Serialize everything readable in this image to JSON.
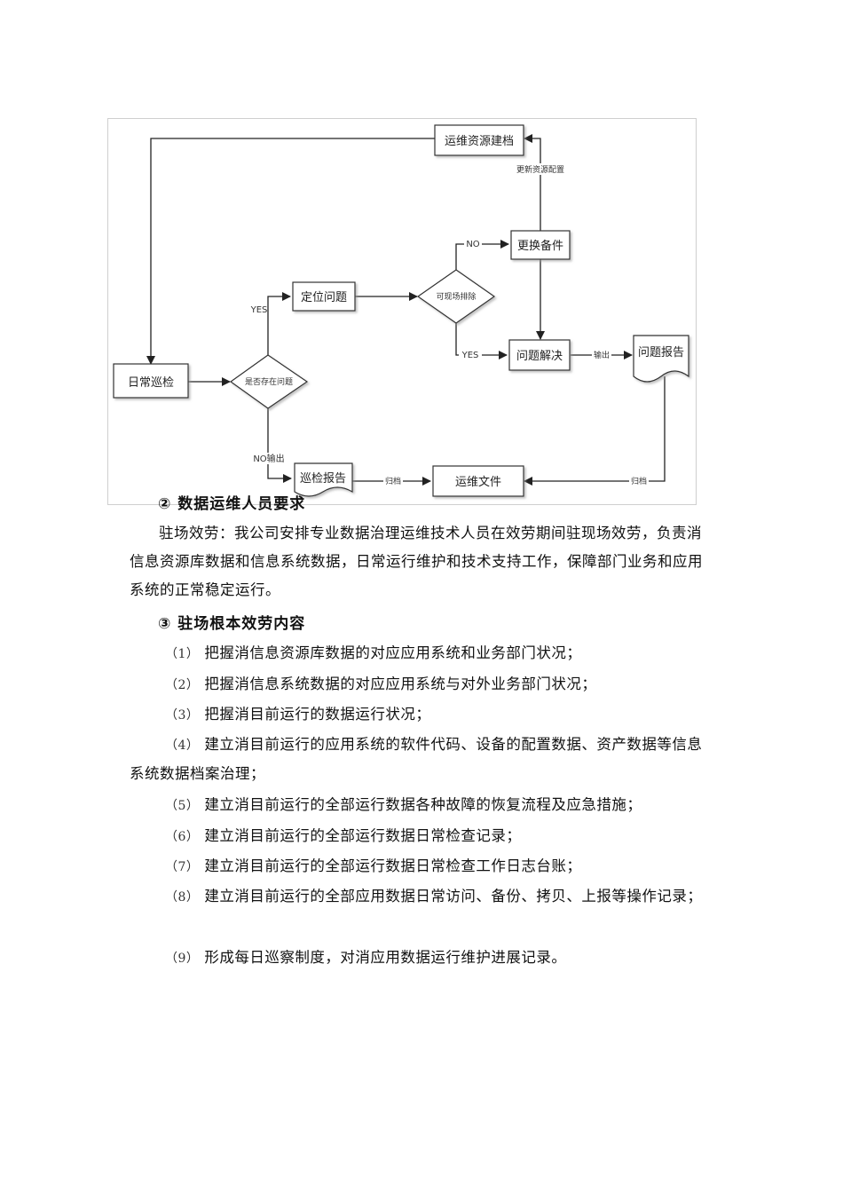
{
  "flowchart": {
    "nodes": {
      "daily_inspection": "日常巡检",
      "has_problem": "是否存在问题",
      "locate_problem": "定位问题",
      "onsite_fixable": "可现场排除",
      "replace_parts": "更换备件",
      "problem_solved": "问题解决",
      "problem_report": "问题报告",
      "resource_archive": "运维资源建档",
      "inspection_report": "巡检报告",
      "ops_document": "运维文件"
    },
    "edge_labels": {
      "yes_1": "YES",
      "no_output": "NO输出",
      "no_2": "NO",
      "yes_2": "YES",
      "output": "输出",
      "update_config": "更新资源配置",
      "archive_1": "归档",
      "archive_2": "归档"
    }
  },
  "section2": {
    "heading": "② 数据运维人员要求",
    "paragraph": "驻场效劳：我公司安排专业数据治理运维技术人员在效劳期间驻现场效劳，负责消信息资源库数据和信息系统数据，日常运行维护和技术支持工作，保障部门业务和应用系统的正常稳定运行。"
  },
  "section3": {
    "heading": "③ 驻场根本效劳内容",
    "items": [
      {
        "num": "（1）",
        "text": "把握消信息资源库数据的对应应用系统和业务部门状况；"
      },
      {
        "num": "（2）",
        "text": "把握消信息系统数据的对应应用系统与对外业务部门状况；"
      },
      {
        "num": "（3）",
        "text": "把握消目前运行的数据运行状况；"
      },
      {
        "num": "（4）",
        "text": "建立消目前运行的应用系统的软件代码、设备的配置数据、资产数据等信息系统数据档案治理；"
      },
      {
        "num": "（5）",
        "text": "建立消目前运行的全部运行数据各种故障的恢复流程及应急措施；"
      },
      {
        "num": "（6）",
        "text": "建立消目前运行的全部运行数据日常检查记录；"
      },
      {
        "num": "（7）",
        "text": "建立消目前运行的全部运行数据日常检查工作日志台账；"
      },
      {
        "num": "（8）",
        "text": "建立消目前运行的全部应用数据日常访问、备份、拷贝、上报等操作记录；"
      },
      {
        "num": "（9）",
        "text": "形成每日巡察制度，对消应用数据运行维护进展记录。"
      }
    ]
  }
}
